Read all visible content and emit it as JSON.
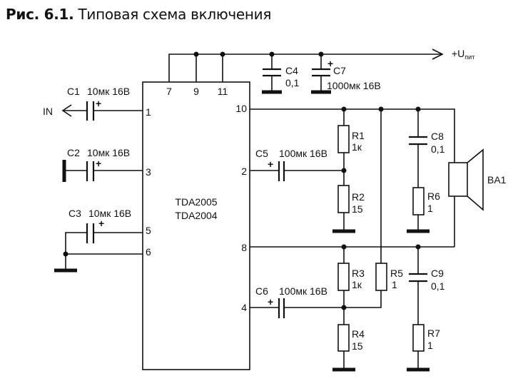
{
  "caption": {
    "prefix": "Рис. 6.1.",
    "title": "Типовая схема включения"
  },
  "ic": {
    "part_numbers": [
      "TDA2005",
      "TDA2004"
    ],
    "pins": {
      "p1": "1",
      "p3": "3",
      "p5": "5",
      "p6": "6",
      "p7": "7",
      "p9": "9",
      "p11": "11",
      "p10": "10",
      "p2": "2",
      "p8": "8",
      "p4": "4"
    }
  },
  "supply": {
    "label": "+U",
    "subscript": "пит"
  },
  "input": {
    "label": "IN"
  },
  "components": {
    "C1": {
      "ref": "C1",
      "value": "10мк 16В"
    },
    "C2": {
      "ref": "C2",
      "value": "10мк 16В"
    },
    "C3": {
      "ref": "C3",
      "value": "10мк 16В"
    },
    "C4": {
      "ref": "C4",
      "value": "0,1"
    },
    "C7": {
      "ref": "C7",
      "value": "1000мк 16В"
    },
    "C5": {
      "ref": "C5",
      "value": "100мк 16В"
    },
    "C6": {
      "ref": "C6",
      "value": "100мк 16В"
    },
    "C8": {
      "ref": "C8",
      "value": "0,1"
    },
    "C9": {
      "ref": "C9",
      "value": "0,1"
    },
    "R1": {
      "ref": "R1",
      "value": "1к"
    },
    "R2": {
      "ref": "R2",
      "value": "15"
    },
    "R3": {
      "ref": "R3",
      "value": "1к"
    },
    "R4": {
      "ref": "R4",
      "value": "15"
    },
    "R5": {
      "ref": "R5",
      "value": "1"
    },
    "R6": {
      "ref": "R6",
      "value": "1"
    },
    "R7": {
      "ref": "R7",
      "value": "1"
    },
    "BA1": {
      "ref": "BA1"
    }
  },
  "polarity_mark": "+"
}
